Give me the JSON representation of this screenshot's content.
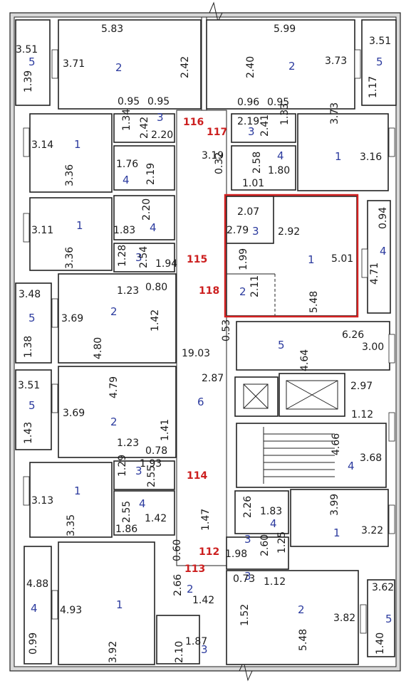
{
  "colors": {
    "highlight": "#d42020",
    "apartment_label": "#cc1f1f",
    "room_type": "#2b3a9e",
    "wall_fill": "#d9d9d9"
  },
  "apartments": [
    {
      "id": "a116",
      "label": "116"
    },
    {
      "id": "a117",
      "label": "117"
    },
    {
      "id": "a115",
      "label": "115"
    },
    {
      "id": "a118",
      "label": "118",
      "highlighted": true
    },
    {
      "id": "a114",
      "label": "114"
    },
    {
      "id": "a112",
      "label": "112"
    },
    {
      "id": "a113",
      "label": "113"
    }
  ],
  "rooms": [
    {
      "type": "5",
      "dims": [
        "3.51",
        "1.39"
      ]
    },
    {
      "type": "2",
      "dims": [
        "5.83",
        "3.71",
        "2.42"
      ]
    },
    {
      "type": "2",
      "dims": [
        "5.99",
        "2.40",
        "3.73"
      ]
    },
    {
      "type": "5",
      "dims": [
        "3.51",
        "1.17"
      ]
    },
    {
      "type": "3",
      "dims": [
        "0.95",
        "0.95",
        "1.34",
        "2.42",
        "2.20"
      ]
    },
    {
      "type": "3",
      "dims": [
        "0.96",
        "0.95",
        "2.19",
        "2.41",
        "1.33"
      ]
    },
    {
      "type": "1",
      "dims": [
        "3.14",
        "3.36"
      ]
    },
    {
      "type": "4",
      "dims": [
        "1.76",
        "2.19"
      ]
    },
    {
      "type": "4",
      "dims": [
        "2.58",
        "1.80",
        "1.01",
        "0.32",
        "3.19"
      ]
    },
    {
      "type": "1",
      "dims": [
        "3.73",
        "3.16"
      ]
    },
    {
      "type": "1",
      "dims": [
        "3.11",
        "3.36"
      ]
    },
    {
      "type": "4",
      "dims": [
        "2.20",
        "1.83"
      ]
    },
    {
      "type": "3",
      "dims": [
        "1.28",
        "2.54",
        "1.94"
      ]
    },
    {
      "type": "3",
      "dims": [
        "2.07",
        "2.79",
        "1.99"
      ]
    },
    {
      "type": "1",
      "dims": [
        "2.92",
        "5.01",
        "5.48"
      ]
    },
    {
      "type": "2",
      "dims": [
        "2.11"
      ]
    },
    {
      "type": "4",
      "dims": [
        "0.94",
        "4.71"
      ]
    },
    {
      "type": "5",
      "dims": [
        "3.48",
        "1.38"
      ]
    },
    {
      "type": "2",
      "dims": [
        "3.69",
        "1.23",
        "0.80",
        "4.80",
        "1.42"
      ]
    },
    {
      "type": "5",
      "dims": [
        "0.53",
        "6.26",
        "3.00",
        "4.64"
      ]
    },
    {
      "type": "6",
      "dims": [
        "19.03",
        "2.87"
      ]
    },
    {
      "type": "5",
      "dims": [
        "3.51",
        "1.43"
      ]
    },
    {
      "type": "2",
      "dims": [
        "4.79",
        "3.69",
        "1.41",
        "1.23",
        "0.78"
      ]
    },
    {
      "type": "4",
      "dims": [
        "2.97",
        "1.12",
        "4.66",
        "3.68"
      ]
    },
    {
      "type": "3",
      "dims": [
        "1.93",
        "1.29",
        "2.55"
      ]
    },
    {
      "type": "1",
      "dims": [
        "3.13",
        "3.35"
      ]
    },
    {
      "type": "4",
      "dims": [
        "2.55",
        "1.86",
        "1.42"
      ]
    },
    {
      "type": "4",
      "dims": [
        "2.26",
        "1.83"
      ]
    },
    {
      "type": "1",
      "dims": [
        "3.99",
        "3.22"
      ]
    },
    {
      "type": "3",
      "dims": [
        "1.98",
        "2.60",
        "1.25",
        "0.60",
        "1.47"
      ]
    },
    {
      "type": "4",
      "dims": [
        "4.88",
        "4.93",
        "0.99"
      ]
    },
    {
      "type": "1",
      "dims": [
        "3.92"
      ]
    },
    {
      "type": "2",
      "dims": [
        "2.66",
        "1.42"
      ]
    },
    {
      "type": "3",
      "dims": [
        "0.73",
        "1.12"
      ]
    },
    {
      "type": "2",
      "dims": [
        "1.52",
        "3.82",
        "5.48"
      ]
    },
    {
      "type": "5",
      "dims": [
        "3.62",
        "1.40"
      ]
    },
    {
      "type": "3",
      "dims": [
        "1.87",
        "2.10"
      ]
    }
  ]
}
